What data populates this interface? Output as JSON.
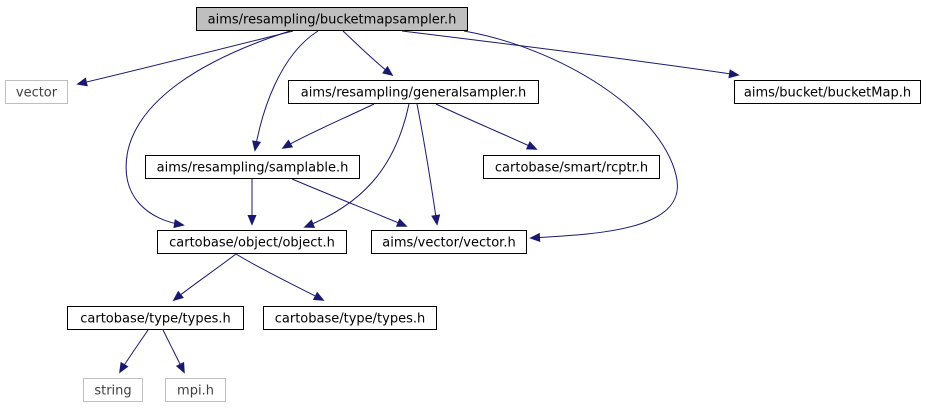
{
  "nodes": [
    {
      "id": "root",
      "label": "aims/resampling/bucketmapsampler.h"
    },
    {
      "id": "vector",
      "label": "vector"
    },
    {
      "id": "generalsampler",
      "label": "aims/resampling/generalsampler.h"
    },
    {
      "id": "bucketMap",
      "label": "aims/bucket/bucketMap.h"
    },
    {
      "id": "samplable",
      "label": "aims/resampling/samplable.h"
    },
    {
      "id": "rcptr",
      "label": "cartobase/smart/rcptr.h"
    },
    {
      "id": "object",
      "label": "cartobase/object/object.h"
    },
    {
      "id": "aimsvector",
      "label": "aims/vector/vector.h"
    },
    {
      "id": "types1",
      "label": "cartobase/type/types.h"
    },
    {
      "id": "types2",
      "label": "cartobase/type/types.h"
    },
    {
      "id": "string",
      "label": "string"
    },
    {
      "id": "mpi",
      "label": "mpi.h"
    }
  ],
  "edges": [
    {
      "from": "root",
      "to": "vector"
    },
    {
      "from": "root",
      "to": "generalsampler"
    },
    {
      "from": "root",
      "to": "bucketMap"
    },
    {
      "from": "root",
      "to": "samplable"
    },
    {
      "from": "root",
      "to": "object"
    },
    {
      "from": "root",
      "to": "aimsvector"
    },
    {
      "from": "generalsampler",
      "to": "samplable"
    },
    {
      "from": "generalsampler",
      "to": "rcptr"
    },
    {
      "from": "generalsampler",
      "to": "object"
    },
    {
      "from": "generalsampler",
      "to": "aimsvector"
    },
    {
      "from": "samplable",
      "to": "object"
    },
    {
      "from": "samplable",
      "to": "aimsvector"
    },
    {
      "from": "object",
      "to": "types1"
    },
    {
      "from": "object",
      "to": "types2"
    },
    {
      "from": "types1",
      "to": "string"
    },
    {
      "from": "types1",
      "to": "mpi"
    }
  ],
  "colors": {
    "edge": "#191970",
    "node_border": "#000000",
    "node_border_dim": "#bfbfbf",
    "root_fill": "#bfbfbf",
    "node_fill": "#ffffff"
  }
}
